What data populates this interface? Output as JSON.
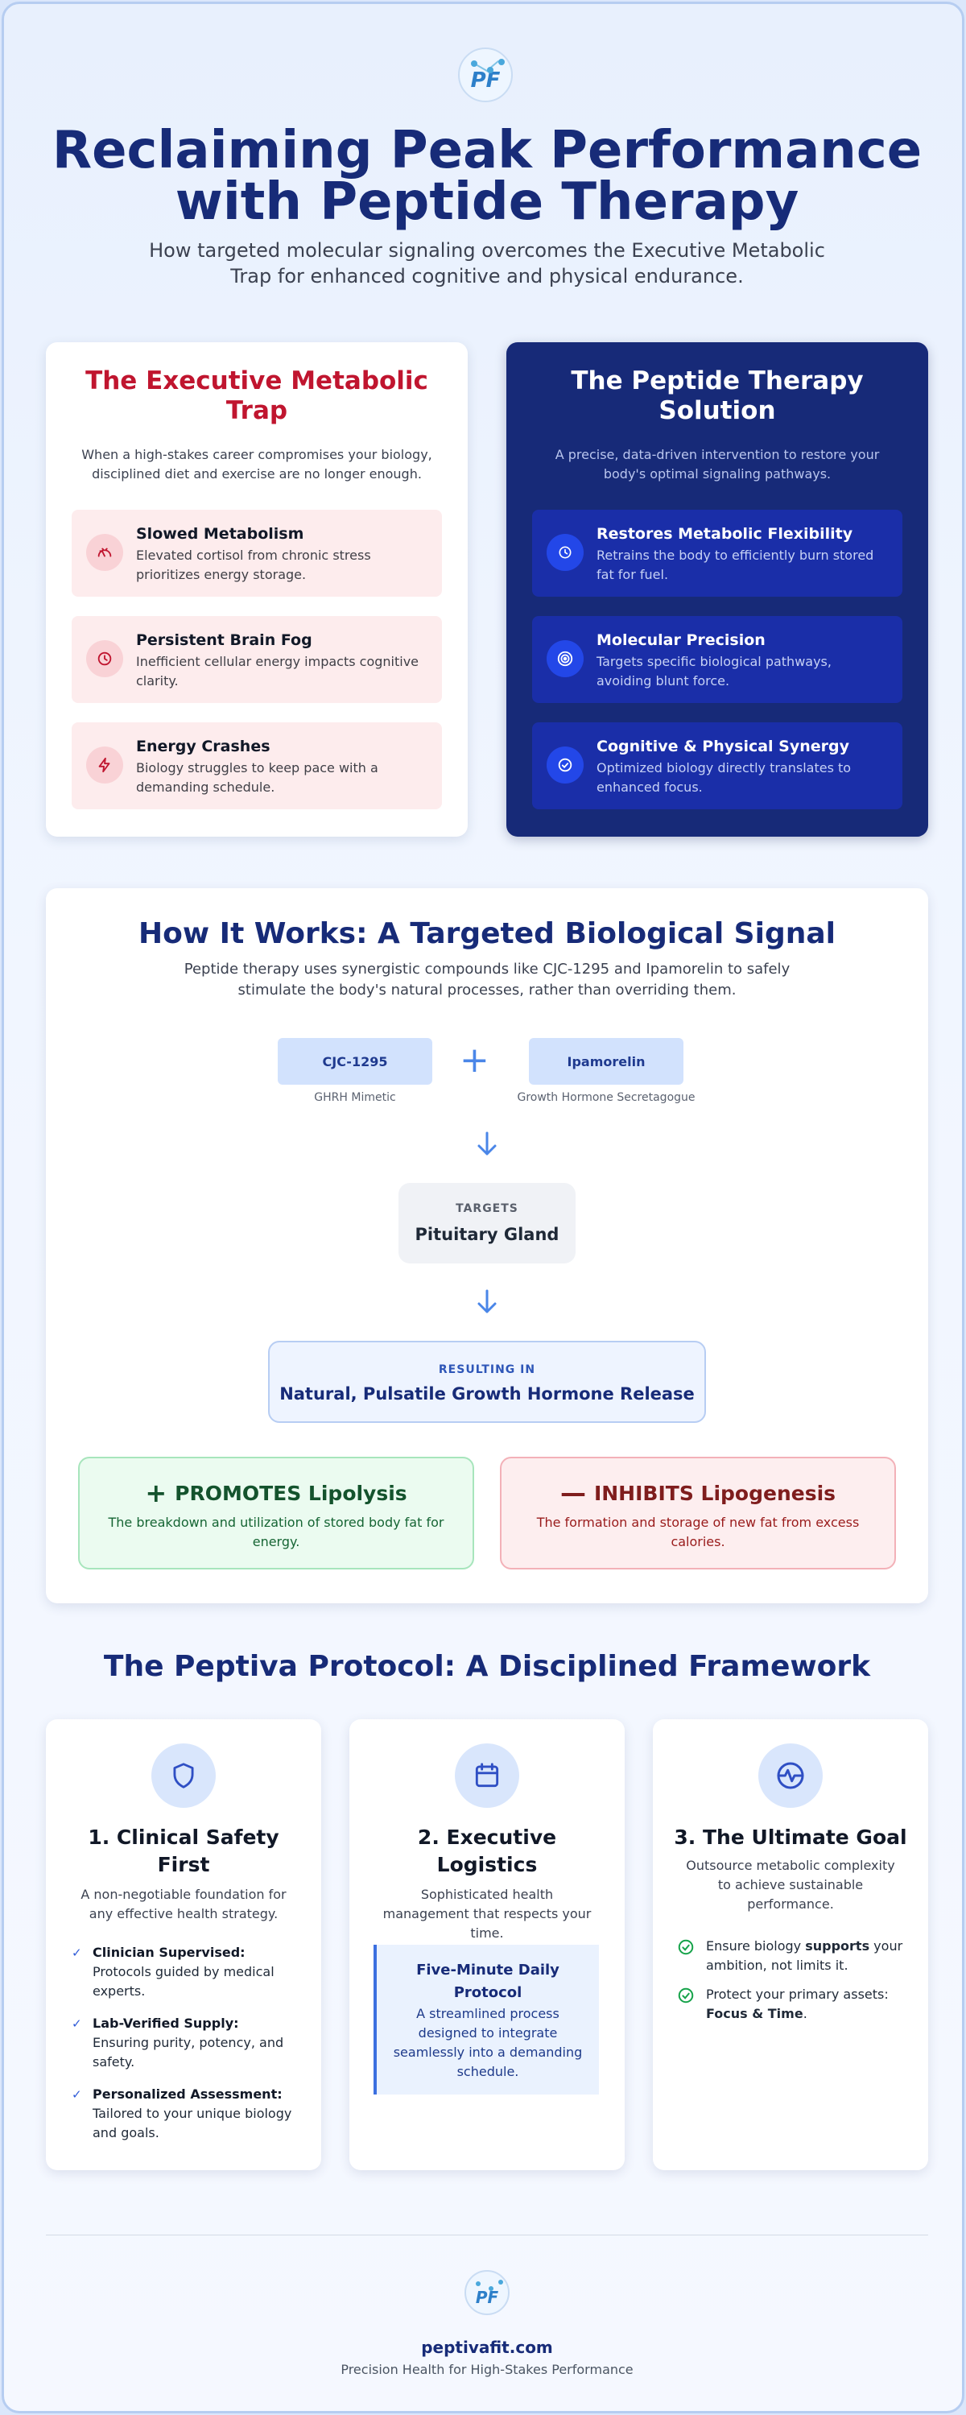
{
  "header": {
    "logo_text": "PF",
    "title_line1": "Reclaiming Peak Performance",
    "title_line2": "with Peptide Therapy",
    "subtitle": "How targeted molecular signaling overcomes the Executive Metabolic Trap for enhanced cognitive and physical endurance."
  },
  "trap": {
    "title": "The Executive Metabolic Trap",
    "description": "When a high-stakes career compromises your biology, disciplined diet and exercise are no longer enough.",
    "items": [
      {
        "icon": "gauge-icon",
        "title": "Slowed Metabolism",
        "text": "Elevated cortisol from chronic stress prioritizes energy storage."
      },
      {
        "icon": "clock-icon",
        "title": "Persistent Brain Fog",
        "text": "Inefficient cellular energy impacts cognitive clarity."
      },
      {
        "icon": "lightning-icon",
        "title": "Energy Crashes",
        "text": "Biology struggles to keep pace with a demanding schedule."
      }
    ]
  },
  "solution": {
    "title": "The Peptide Therapy Solution",
    "description": "A precise, data-driven intervention to restore your body's optimal signaling pathways.",
    "items": [
      {
        "icon": "clock-icon",
        "title": "Restores Metabolic Flexibility",
        "text": "Retrains the body to efficiently burn stored fat for fuel."
      },
      {
        "icon": "target-icon",
        "title": "Molecular Precision",
        "text": "Targets specific biological pathways, avoiding blunt force."
      },
      {
        "icon": "check-circle-icon",
        "title": "Cognitive & Physical Synergy",
        "text": "Optimized biology directly translates to enhanced focus."
      }
    ]
  },
  "how": {
    "title": "How It Works: A Targeted Biological Signal",
    "subtitle": "Peptide therapy uses synergistic compounds like CJC-1295 and Ipamorelin to safely stimulate the body's natural processes, rather than overriding them.",
    "compound1": {
      "name": "CJC-1295",
      "caption": "GHRH Mimetic"
    },
    "compound2": {
      "name": "Ipamorelin",
      "caption": "Growth Hormone Secretagogue"
    },
    "target_label": "TARGETS",
    "target_value": "Pituitary Gland",
    "result_label": "RESULTING IN",
    "result_value": "Natural, Pulsatile Growth Hormone Release",
    "promotes": {
      "symbol": "+",
      "title": "PROMOTES Lipolysis",
      "text": "The breakdown and utilization of stored body fat for energy."
    },
    "inhibits": {
      "symbol": "—",
      "title": "INHIBITS Lipogenesis",
      "text": "The formation and storage of new fat from excess calories."
    }
  },
  "protocol": {
    "title": "The Peptiva Protocol: A Disciplined Framework",
    "cards": [
      {
        "icon": "shield-icon",
        "title": "1. Clinical Safety First",
        "text": "A non-negotiable foundation for any effective health strategy.",
        "list": [
          {
            "bold": "Clinician Supervised:",
            "text": "Protocols guided by medical experts."
          },
          {
            "bold": "Lab-Verified Supply:",
            "text": "Ensuring purity, potency, and safety."
          },
          {
            "bold": "Personalized Assessment:",
            "text": "Tailored to your unique biology and goals."
          }
        ]
      },
      {
        "icon": "calendar-icon",
        "title": "2. Executive Logistics",
        "text": "Sophisticated health management that respects your time.",
        "callout_title": "Five-Minute Daily Protocol",
        "callout_text": "A streamlined process designed to integrate seamlessly into a demanding schedule."
      },
      {
        "icon": "pulse-icon",
        "title": "3. The Ultimate Goal",
        "text": "Outsource metabolic complexity to achieve sustainable performance.",
        "goals": [
          {
            "pre": "Ensure biology ",
            "bold": "supports",
            "post": " your ambition, not limits it."
          },
          {
            "pre": "Protect your primary assets: ",
            "bold": "Focus & Time",
            "post": "."
          }
        ]
      }
    ]
  },
  "footer": {
    "logo_text": "PF",
    "url": "peptivafit.com",
    "tagline": "Precision Health for High-Stakes Performance"
  },
  "colors": {
    "navy": "#172b78",
    "red": "#c0152f",
    "green": "#14532d",
    "accent_blue": "#4a86e8"
  }
}
